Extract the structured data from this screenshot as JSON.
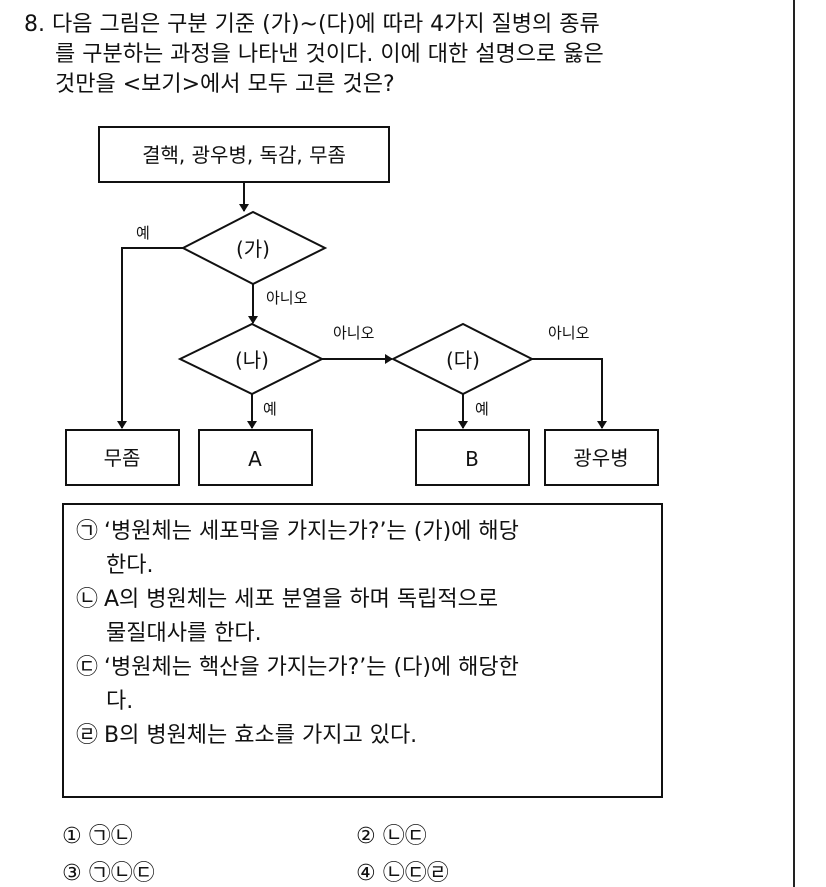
{
  "question": {
    "number": "8.",
    "line1": "다음 그림은 구분 기준 (가)~(다)에 따라 4가지 질병의 종류",
    "line2": "를 구분하는 과정을 나타낸 것이다. 이에 대한 설명으로 옳은",
    "line3": "것만을 <보기>에서 모두 고른 것은?"
  },
  "diagram": {
    "top_box": "결핵, 광우병, 독감, 무좀",
    "ga": "(가)",
    "na": "(나)",
    "da": "(다)",
    "yes_ga": "예",
    "no_ga": "아니오",
    "no_na": "아니오",
    "yes_na": "예",
    "no_da": "아니오",
    "yes_da": "예",
    "box_mujom": "무좀",
    "box_a": "A",
    "box_b": "B",
    "box_gwangubyeong": "광우병"
  },
  "statements": [
    {
      "mark": "㉠",
      "text": "‘병원체는 세포막을 가지는가?’는 (가)에 해당",
      "cont": "한다."
    },
    {
      "mark": "㉡",
      "text": "A의 병원체는 세포 분열을 하며 독립적으로",
      "cont": "물질대사를 한다."
    },
    {
      "mark": "㉢",
      "text": "‘병원체는 핵산을 가지는가?’는 (다)에 해당한",
      "cont": "다."
    },
    {
      "mark": "㉣",
      "text": "B의 병원체는 효소를 가지고 있다.",
      "cont": ""
    }
  ],
  "choices": [
    {
      "num": "①",
      "ans": "㉠㉡"
    },
    {
      "num": "②",
      "ans": "㉡㉢"
    },
    {
      "num": "③",
      "ans": "㉠㉡㉢"
    },
    {
      "num": "④",
      "ans": "㉡㉢㉣"
    }
  ]
}
